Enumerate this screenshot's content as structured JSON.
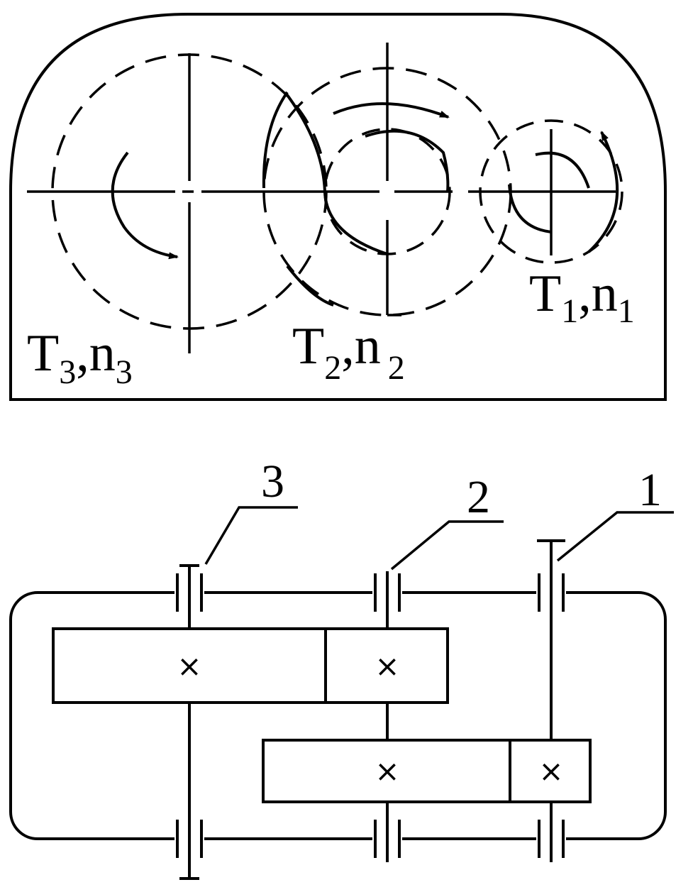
{
  "top_view": {
    "gear3": {
      "label_T": "T",
      "label_sub": "3",
      "comma": ",",
      "label_n": "n",
      "n_sub": "3"
    },
    "gear2": {
      "label_T": "T",
      "label_sub": "2",
      "comma": ",",
      "label_n": "n",
      "n_sub": "2"
    },
    "gear1": {
      "label_T": "T",
      "label_sub": "1",
      "comma": ",",
      "label_n": "n",
      "n_sub": "1"
    }
  },
  "side_view": {
    "shaft_labels": [
      "3",
      "2",
      "1"
    ],
    "gear_mark": "×"
  }
}
